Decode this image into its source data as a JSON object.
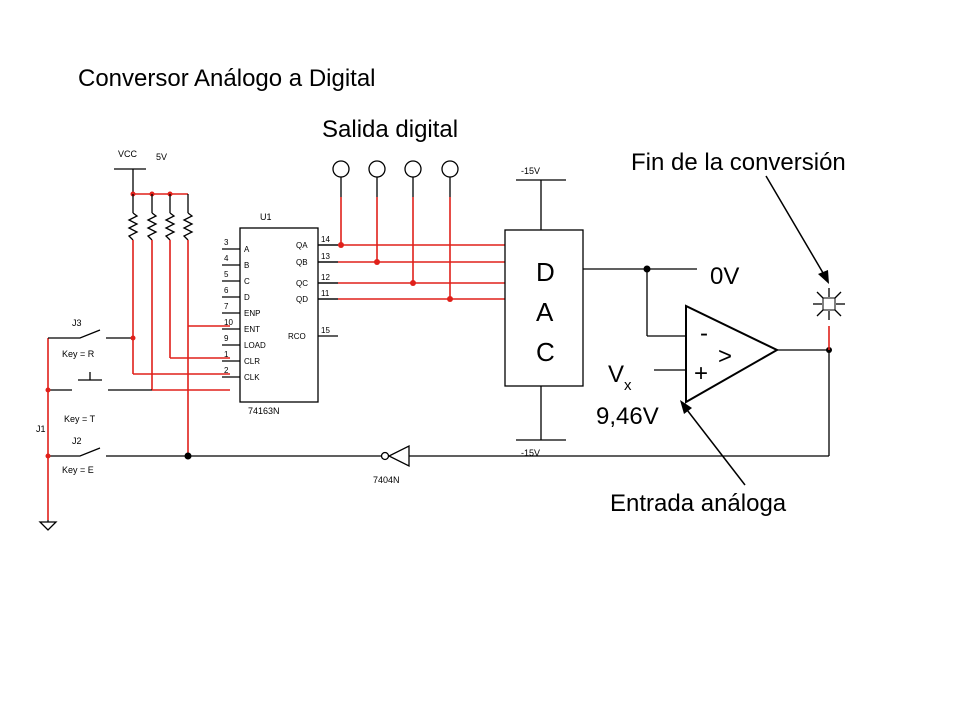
{
  "title": "Conversor Análogo a Digital",
  "labels": {
    "digital_output": "Salida digital",
    "end_of_conversion": "Fin de la conversión",
    "analog_input": "Entrada análoga",
    "zero_volt": "0V",
    "vx_main": "V",
    "vx_sub": "x",
    "vx_value": "9,46V"
  },
  "dac": {
    "letters": [
      "D",
      "A",
      "C"
    ],
    "top_supply": "-15V",
    "bottom_supply": "-15V"
  },
  "comparator": {
    "minus": "-",
    "plus": "+",
    "symbol": ">"
  },
  "counter": {
    "ref": "U1",
    "part": "74163N",
    "left_pins": [
      {
        "num": "3",
        "name": "A"
      },
      {
        "num": "4",
        "name": "B"
      },
      {
        "num": "5",
        "name": "C"
      },
      {
        "num": "6",
        "name": "D"
      },
      {
        "num": "7",
        "name": "ENP"
      },
      {
        "num": "10",
        "name": "ENT"
      },
      {
        "num": "9",
        "name": "LOAD"
      },
      {
        "num": "1",
        "name": "CLR"
      },
      {
        "num": "2",
        "name": "CLK"
      }
    ],
    "right_pins": [
      {
        "num": "14",
        "name": "QA"
      },
      {
        "num": "13",
        "name": "QB"
      },
      {
        "num": "12",
        "name": "QC"
      },
      {
        "num": "11",
        "name": "QD"
      },
      {
        "num": "15",
        "name": "RCO"
      }
    ]
  },
  "power": {
    "vcc": "VCC",
    "vcc_value": "5V"
  },
  "switches": {
    "j3": "J3",
    "j3_key": "Key = R",
    "t_key": "Key = T",
    "j2": "J2",
    "j2_key": "Key = E",
    "j1": "J1"
  },
  "inverter": {
    "part": "7404N"
  }
}
